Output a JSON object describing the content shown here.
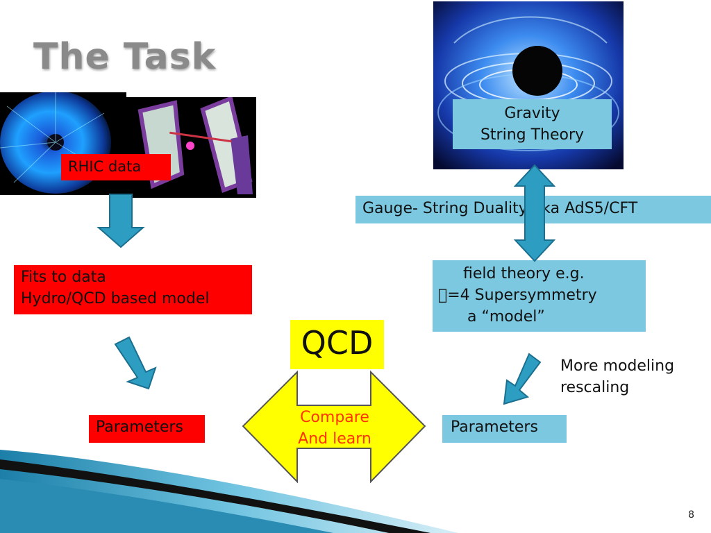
{
  "slide": {
    "title": "The Task",
    "page_number": "8"
  },
  "images": {
    "rhic_label": "RHIC data",
    "gravity_line1": "Gravity",
    "gravity_line2": "String Theory"
  },
  "boxes": {
    "duality": "Gauge- String Duality aka AdS5/CFT",
    "field_line1": "field theory e.g.",
    "field_line2": "\u0000=4 Supersymmetry",
    "field_line3": "a “model”",
    "fits_line1": "Fits to data",
    "fits_line2": "Hydro/QCD based model",
    "qcd": "QCD",
    "more_line1": "More modeling",
    "more_line2": "rescaling",
    "params_left": "Parameters",
    "params_right": "Parameters",
    "compare_line1": "Compare",
    "compare_line2": "And learn"
  },
  "colors": {
    "red": "#ff0000",
    "light_blue": "#7cc8e0",
    "arrow_teal": "#2e9dc2",
    "yellow": "#ffff00",
    "compare_text": "#ff3300"
  }
}
